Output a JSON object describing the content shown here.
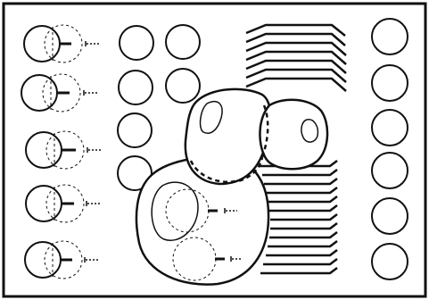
{
  "figure": {
    "background": "#ffffff",
    "ink": "#111111",
    "left_column_units": 5,
    "circle_grid_rows": 4,
    "right_column_circles": 6,
    "top_right_line_stack_count": 7,
    "bottom_right_line_stack_count": 13,
    "icons": [
      "circle-unit-icon",
      "dashed-circle-icon",
      "connector-tick-icon"
    ]
  }
}
